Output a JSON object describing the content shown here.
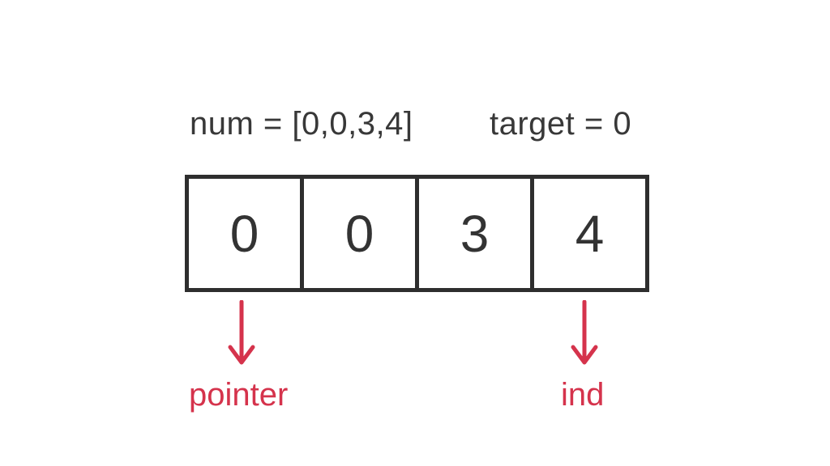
{
  "colors": {
    "ink": "#2e2e2e",
    "text": "#383838",
    "red": "#d5334c",
    "background": "#ffffff"
  },
  "header": {
    "num_expression": "num = [0,0,3,4]",
    "target_expression": "target = 0"
  },
  "array": {
    "cells": [
      "0",
      "0",
      "3",
      "4"
    ]
  },
  "pointers": [
    {
      "label": "pointer",
      "cell_index": 0
    },
    {
      "label": "ind",
      "cell_index": 3
    }
  ]
}
